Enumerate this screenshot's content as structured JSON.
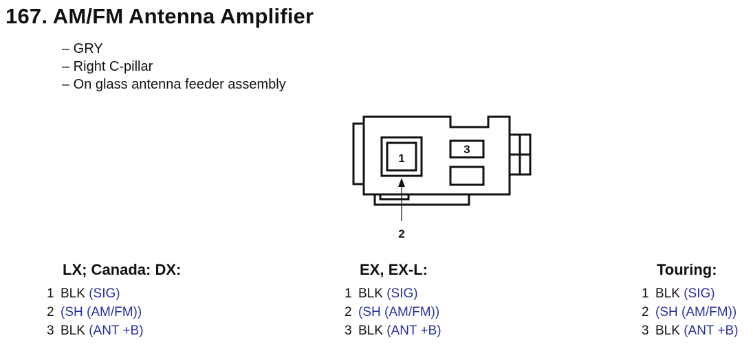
{
  "title": "167. AM/FM Antenna Amplifier",
  "notes": [
    "– GRY",
    "– Right C-pillar",
    "– On glass antenna feeder assembly"
  ],
  "connector": {
    "cavity_labels": [
      "1",
      "3"
    ],
    "callout_label": "2"
  },
  "columns": [
    {
      "heading": "LX; Canada: DX:",
      "pins": [
        {
          "num": "1",
          "color": "BLK",
          "desc": "(SIG)"
        },
        {
          "num": "2",
          "color": "",
          "desc": "(SH (AM/FM))"
        },
        {
          "num": "3",
          "color": "BLK",
          "desc": "(ANT +B)"
        }
      ]
    },
    {
      "heading": "EX, EX-L:",
      "pins": [
        {
          "num": "1",
          "color": "BLK",
          "desc": "(SIG)"
        },
        {
          "num": "2",
          "color": "",
          "desc": "(SH (AM/FM))"
        },
        {
          "num": "3",
          "color": "BLK",
          "desc": "(ANT +B)"
        }
      ]
    },
    {
      "heading": "Touring:",
      "pins": [
        {
          "num": "1",
          "color": "BLK",
          "desc": "(SIG)"
        },
        {
          "num": "2",
          "color": "",
          "desc": "(SH (AM/FM))"
        },
        {
          "num": "3",
          "color": "BLK",
          "desc": "(ANT +B)"
        }
      ]
    }
  ],
  "colors": {
    "text": "#111111",
    "description": "#2a31a3"
  }
}
